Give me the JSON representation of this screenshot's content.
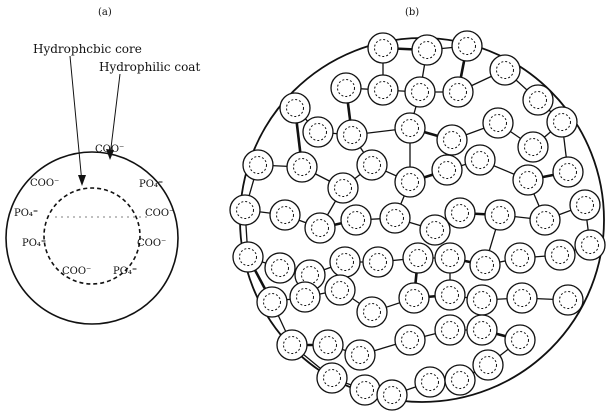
{
  "panel_a": {
    "label": "(a)",
    "core_label": "Hydrophcbic core",
    "coat_label": "Hydrophilic coat",
    "groups": [
      "COO⁻",
      "COO⁻",
      "PO₄⁼",
      "PO₄⁼",
      "COO⁻",
      "PO₄⁼",
      "COO⁻",
      "COO⁻",
      "PO₄⁼"
    ]
  },
  "panel_b": {
    "label": "(b)"
  }
}
